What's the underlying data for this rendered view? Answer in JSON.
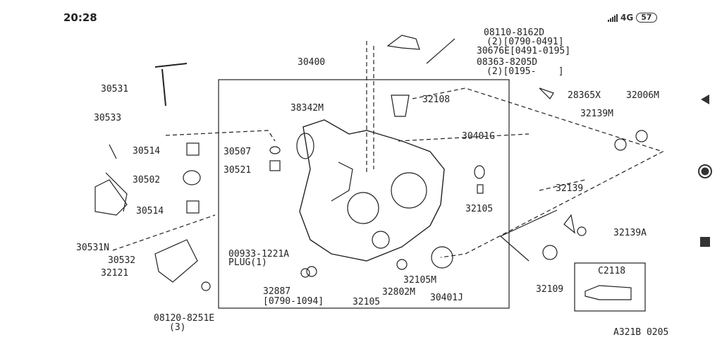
{
  "status_bar": {
    "time": "20:28",
    "network": "4G",
    "battery": "57"
  },
  "diagram": {
    "code": "A321B 0205",
    "labels": {
      "l30400": "30400",
      "l30531": "30531",
      "l30533": "30533",
      "l30514a": "30514",
      "l30502": "30502",
      "l30514b": "30514",
      "l30531N": "30531N",
      "l30532": "30532",
      "l32121": "32121",
      "l08120": "08120-8251E",
      "l08120q": "(3)",
      "l38342M": "38342M",
      "l30507": "30507",
      "l30521": "30521",
      "l32108": "32108",
      "l30401G": "30401G",
      "l32105a": "32105",
      "l00933": "00933-1221A",
      "lplug": "PLUG(1)",
      "l32887": "32887",
      "l32887r": "[0790-1094]",
      "l32105b": "32105",
      "l32802M": "32802M",
      "l32105M": "32105M",
      "l30401J": "30401J",
      "ltop1": "08110-8162D",
      "ltop2": "(2)[0790-0491]",
      "ltop3": "30676E[0491-0195]",
      "ltop4": "08363-8205D",
      "ltop5": "(2)[0195-    ]",
      "l28365X": "28365X",
      "l32006M": "32006M",
      "l32139M": "32139M",
      "l32139": "32139",
      "l32139A": "32139A",
      "l32109": "32109",
      "lC2118": "C2118"
    }
  },
  "nav": {
    "back": "back-button",
    "home": "home-button",
    "recents": "recents-button"
  }
}
